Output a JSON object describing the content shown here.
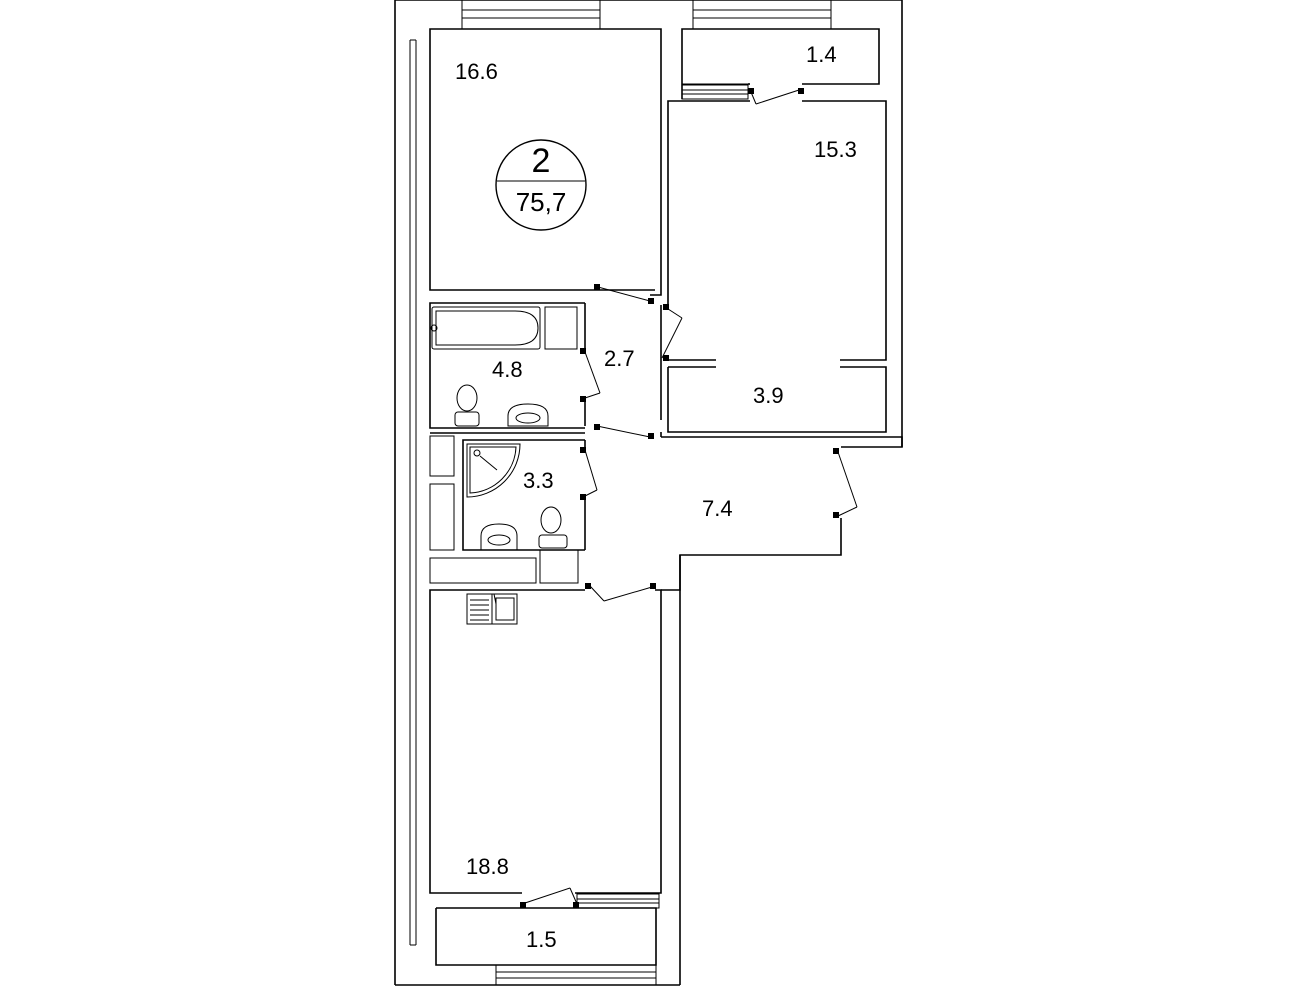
{
  "summary": {
    "rooms": "2",
    "total_area": "75,7"
  },
  "rooms": {
    "bedroom_top": {
      "area": "16.6"
    },
    "balcony_top": {
      "area": "1.4"
    },
    "bedroom_right": {
      "area": "15.3"
    },
    "corridor_small": {
      "area": "2.7"
    },
    "bathroom": {
      "area": "4.8"
    },
    "closet": {
      "area": "3.9"
    },
    "shower_room": {
      "area": "3.3"
    },
    "hall": {
      "area": "7.4"
    },
    "kitchen_living": {
      "area": "18.8"
    },
    "balcony_bottom": {
      "area": "1.5"
    }
  }
}
